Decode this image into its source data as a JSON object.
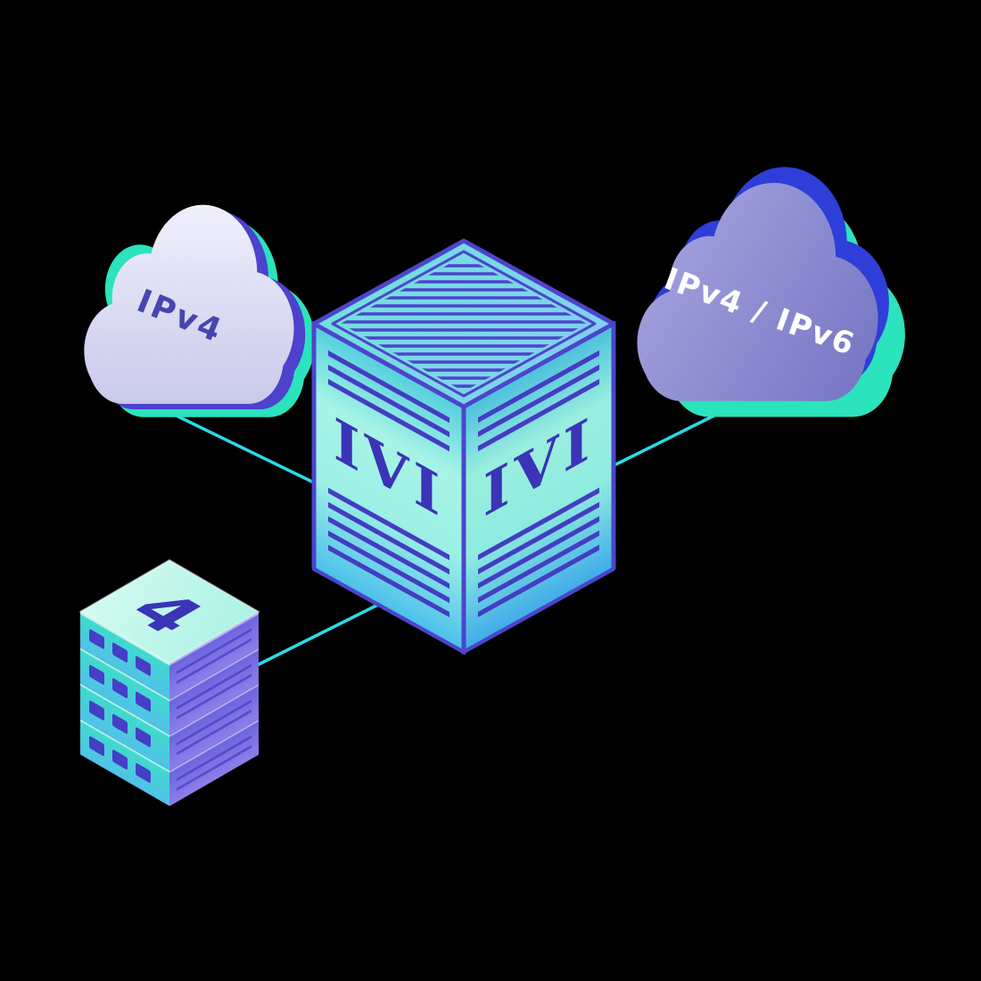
{
  "background_color": "#000000",
  "colors": {
    "connector": "#2bd9e9",
    "teal_accent": "#2be3bd",
    "indigo_accent": "#4c42cc",
    "blue_accent": "#2f3ed8",
    "edge_indigo": "#4c45cb",
    "label_dark": "#4646b0",
    "label_light": "#ffffff",
    "cube_label": "#3b34b6"
  },
  "nodes": {
    "cloud_left": {
      "icon": "cloud-icon",
      "label": "IPv4"
    },
    "cloud_right": {
      "icon": "cloud-icon",
      "label": "IPv4 / IPv6"
    },
    "translator": {
      "icon": "isometric-cube-icon",
      "front_left_label": "IVI",
      "front_right_label": "IVI"
    },
    "server_stack": {
      "icon": "server-stack-icon",
      "label": "4",
      "unit_count": 4
    }
  },
  "connections": [
    {
      "from": "cloud_left",
      "to": "translator"
    },
    {
      "from": "cloud_right",
      "to": "translator"
    },
    {
      "from": "server_stack",
      "to": "translator"
    }
  ]
}
